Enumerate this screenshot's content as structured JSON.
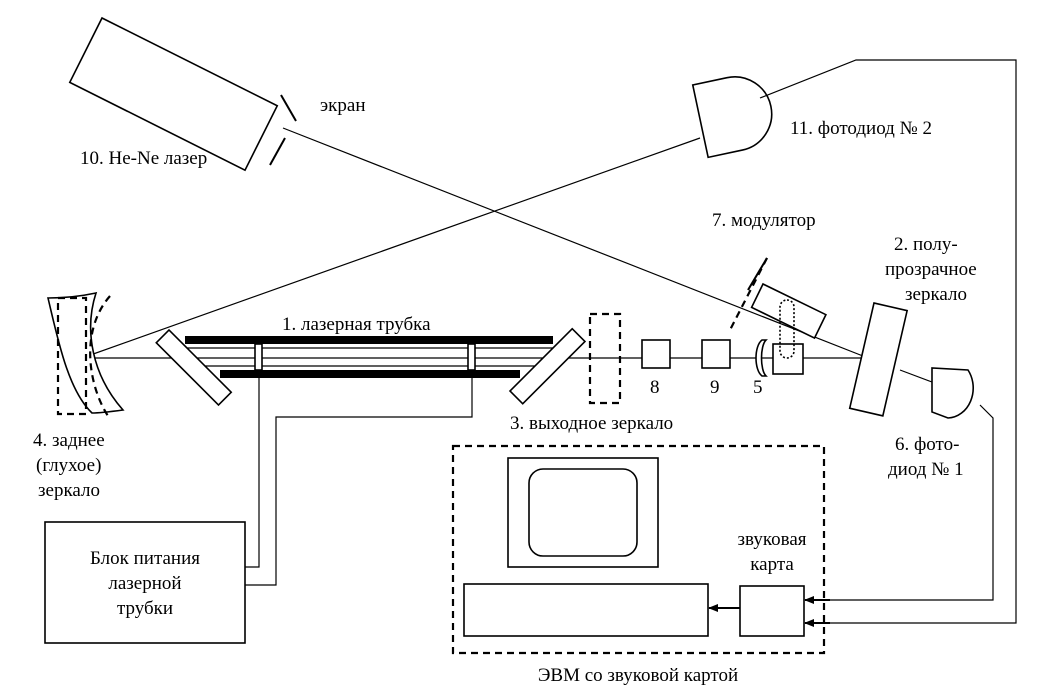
{
  "labels": {
    "laser_tube": "1. лазерная трубка",
    "semi_mirror": [
      "2. полу-",
      "прозрачное",
      "зеркало"
    ],
    "output_mirror": "3. выходное зеркало",
    "back_mirror": [
      "4. заднее",
      "(глухое)",
      "зеркало"
    ],
    "element_5": "5",
    "photodiode_1": [
      "6. фото-",
      "диод № 1"
    ],
    "modulator": "7. модулятор",
    "element_8": "8",
    "element_9": "9",
    "he_ne_laser": "10. He-Ne лазер",
    "photodiode_2": "11. фотодиод № 2",
    "screen": "экран",
    "power_supply": [
      "Блок питания",
      "лазерной",
      "трубки"
    ],
    "sound_card": [
      "звуковая",
      "карта"
    ],
    "computer": "ЭВМ со звуковой картой"
  }
}
